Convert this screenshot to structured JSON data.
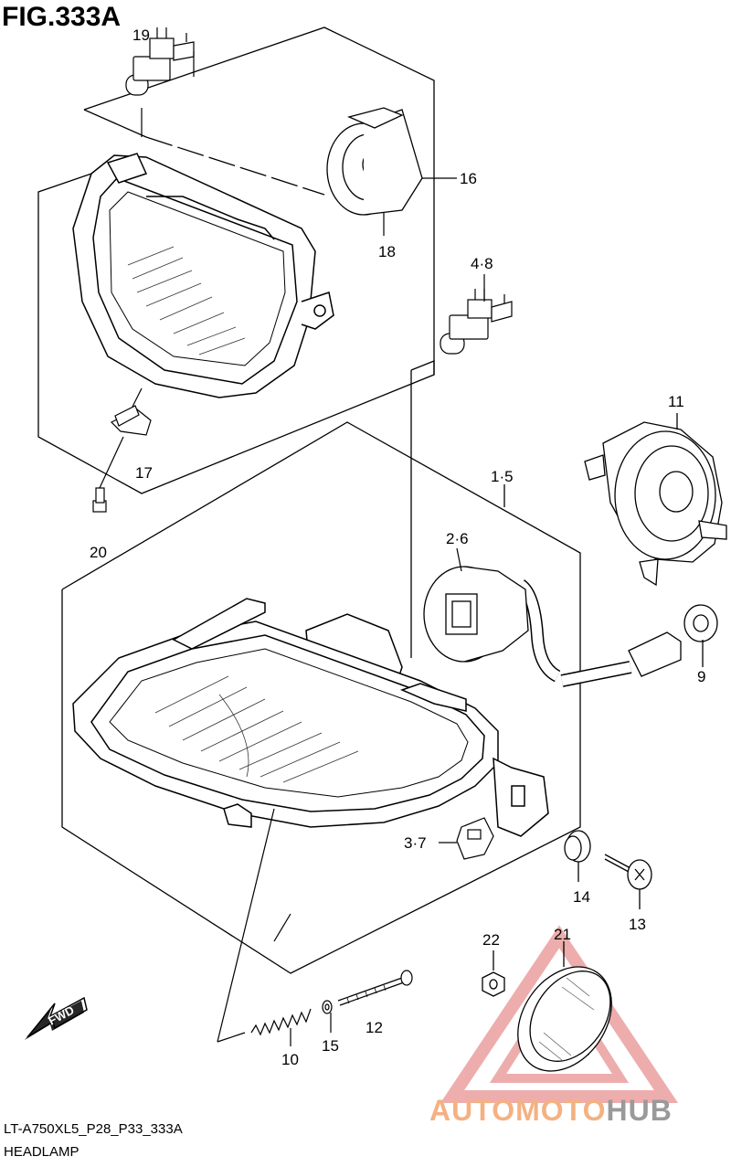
{
  "figure": {
    "title": "FIG.333A"
  },
  "parts": [
    {
      "id": "part-19",
      "label": "19"
    },
    {
      "id": "part-16",
      "label": "16"
    },
    {
      "id": "part-18",
      "label": "18"
    },
    {
      "id": "part-4-8",
      "label": "4·8"
    },
    {
      "id": "part-11",
      "label": "11"
    },
    {
      "id": "part-17",
      "label": "17"
    },
    {
      "id": "part-20",
      "label": "20"
    },
    {
      "id": "part-1-5",
      "label": "1·5"
    },
    {
      "id": "part-2-6",
      "label": "2·6"
    },
    {
      "id": "part-9",
      "label": "9"
    },
    {
      "id": "part-3-7",
      "label": "3·7"
    },
    {
      "id": "part-14",
      "label": "14"
    },
    {
      "id": "part-13",
      "label": "13"
    },
    {
      "id": "part-22",
      "label": "22"
    },
    {
      "id": "part-21",
      "label": "21"
    },
    {
      "id": "part-12",
      "label": "12"
    },
    {
      "id": "part-10",
      "label": "10"
    },
    {
      "id": "part-15",
      "label": "15"
    }
  ],
  "direction_arrow": {
    "label": "FWD",
    "icon": "fwd-arrow-icon"
  },
  "footer": {
    "model_code": "LT-A750XL5_P28_P33_333A",
    "caption": "HEADLAMP"
  },
  "watermark": {
    "text_part1": "AUTOMOTO",
    "text_part2": "HUB",
    "color_part1": "#f4b183",
    "color_part2": "#9a9a9a",
    "logo_color": "#e06b6b",
    "icon": "automotohub-logo-icon"
  }
}
